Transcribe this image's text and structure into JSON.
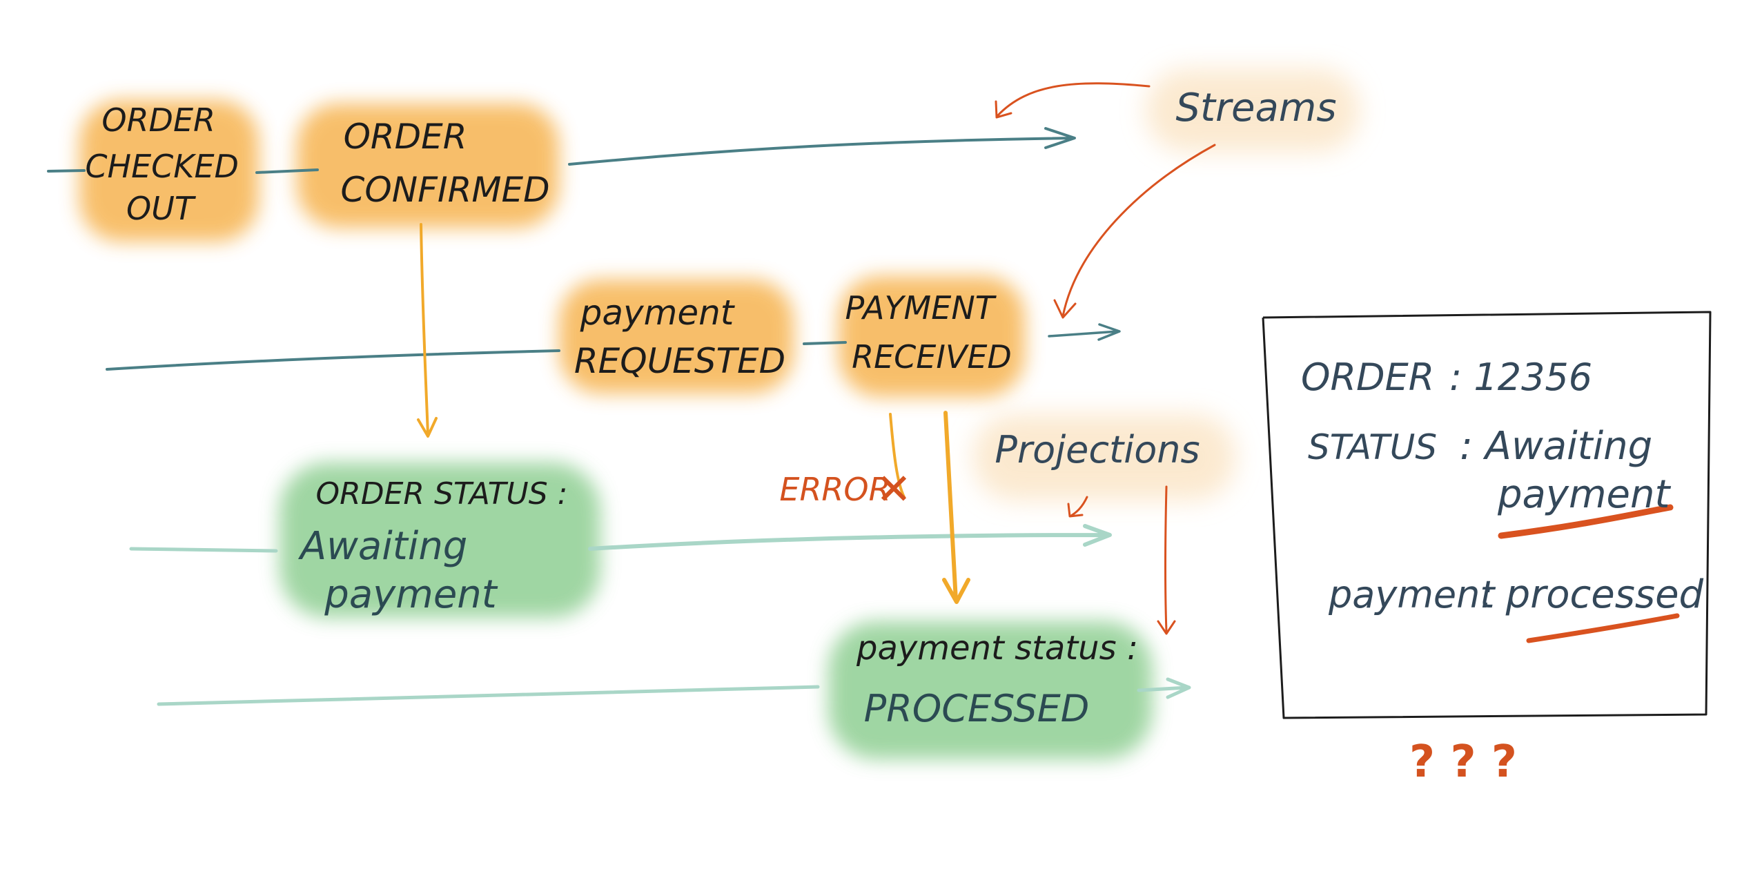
{
  "colors": {
    "orange_note": "#f7b85a",
    "green_note": "#8fcf93",
    "stream_line": "#4a7f86",
    "projection_line": "#a9d6c7",
    "orange_arrow": "#f1a92a",
    "red_arrow": "#d9521f",
    "ink": "#1c1c1c",
    "slate_ink": "#34485a"
  },
  "events": {
    "order_checked_out": [
      "ORDER",
      "CHECKED",
      "OUT"
    ],
    "order_confirmed": [
      "ORDER",
      "CONFIRMED"
    ],
    "payment_requested": [
      "payment",
      "REQUESTED"
    ],
    "payment_received": [
      "PAYMENT",
      "RECEIVED"
    ]
  },
  "labels": {
    "streams": "Streams",
    "projections": "Projections",
    "error": "ERROR"
  },
  "projections": {
    "order_status": {
      "title": "ORDER STATUS :",
      "value": [
        "Awaiting",
        "payment"
      ]
    },
    "payment_status": {
      "title": "payment status :",
      "value": "PROCESSED"
    }
  },
  "view_box": {
    "order_label": "ORDER",
    "order_value": ": 12356",
    "status_label": "STATUS",
    "status_value": [
      ": Awaiting",
      "payment"
    ],
    "payment_label": "payment",
    "payment_value": ": processed",
    "question": "? ? ?"
  }
}
